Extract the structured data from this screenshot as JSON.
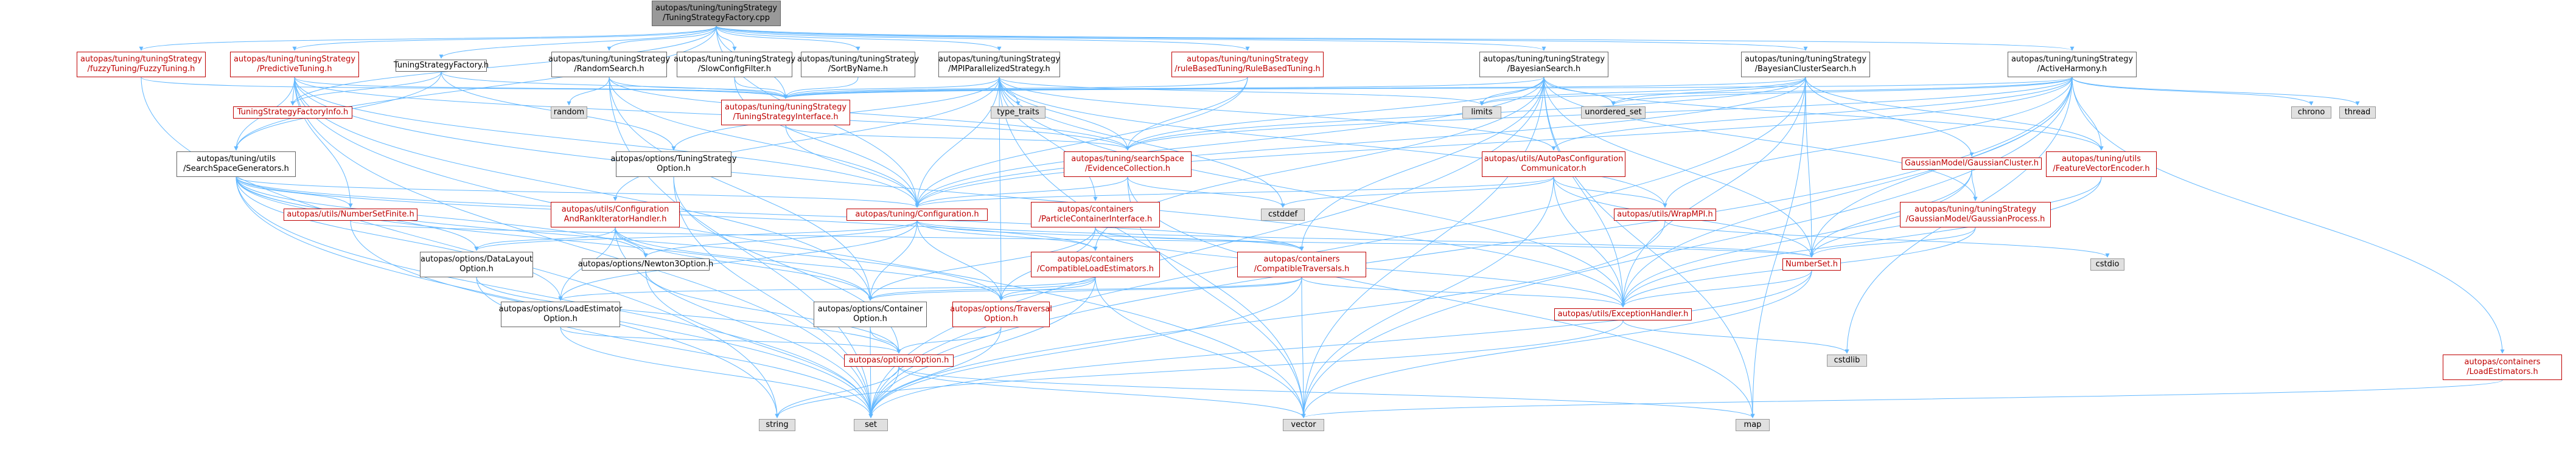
{
  "colors": {
    "edge": "#63b8ff",
    "link": "#bf0000",
    "text": "#000000",
    "border": "#666666",
    "external_fill": "#e0e0e0",
    "root_fill": "#999999"
  },
  "nodes": [
    {
      "id": "root",
      "lines": [
        "autopas/tuning/tuningStrategy",
        "/TuningStrategyFactory.cpp"
      ],
      "kind": "root"
    },
    {
      "id": "fuzzy",
      "lines": [
        "autopas/tuning/tuningStrategy",
        "/fuzzyTuning/FuzzyTuning.h"
      ],
      "kind": "red"
    },
    {
      "id": "predictive",
      "lines": [
        "autopas/tuning/tuningStrategy",
        "/PredictiveTuning.h"
      ],
      "kind": "red"
    },
    {
      "id": "factoryh",
      "lines": [
        "TuningStrategyFactory.h"
      ],
      "kind": "plain"
    },
    {
      "id": "random",
      "lines": [
        "autopas/tuning/tuningStrategy",
        "/RandomSearch.h"
      ],
      "kind": "plain"
    },
    {
      "id": "slowconfig",
      "lines": [
        "autopas/tuning/tuningStrategy",
        "/SlowConfigFilter.h"
      ],
      "kind": "plain"
    },
    {
      "id": "sortbyname",
      "lines": [
        "autopas/tuning/tuningStrategy",
        "/SortByName.h"
      ],
      "kind": "plain"
    },
    {
      "id": "mpi",
      "lines": [
        "autopas/tuning/tuningStrategy",
        "/MPIParallelizedStrategy.h"
      ],
      "kind": "plain"
    },
    {
      "id": "rulebased",
      "lines": [
        "autopas/tuning/tuningStrategy",
        "/ruleBasedTuning/RuleBasedTuning.h"
      ],
      "kind": "red"
    },
    {
      "id": "bayes",
      "lines": [
        "autopas/tuning/tuningStrategy",
        "/BayesianSearch.h"
      ],
      "kind": "plain"
    },
    {
      "id": "bayescluster",
      "lines": [
        "autopas/tuning/tuningStrategy",
        "/BayesianClusterSearch.h"
      ],
      "kind": "plain"
    },
    {
      "id": "active",
      "lines": [
        "autopas/tuning/tuningStrategy",
        "/ActiveHarmony.h"
      ],
      "kind": "plain"
    },
    {
      "id": "factoryinfo",
      "lines": [
        "TuningStrategyFactoryInfo.h"
      ],
      "kind": "red"
    },
    {
      "id": "randomext",
      "lines": [
        "random"
      ],
      "kind": "ext"
    },
    {
      "id": "tsi",
      "lines": [
        "autopas/tuning/tuningStrategy",
        "/TuningStrategyInterface.h"
      ],
      "kind": "red"
    },
    {
      "id": "typetraits",
      "lines": [
        "type_traits"
      ],
      "kind": "ext"
    },
    {
      "id": "limits",
      "lines": [
        "limits"
      ],
      "kind": "ext"
    },
    {
      "id": "unorderedset",
      "lines": [
        "unordered_set"
      ],
      "kind": "ext"
    },
    {
      "id": "chrono",
      "lines": [
        "chrono"
      ],
      "kind": "ext"
    },
    {
      "id": "thread",
      "lines": [
        "thread"
      ],
      "kind": "ext"
    },
    {
      "id": "ssg",
      "lines": [
        "autopas/tuning/utils",
        "/SearchSpaceGenerators.h"
      ],
      "kind": "plain"
    },
    {
      "id": "tsoption",
      "lines": [
        "autopas/options/TuningStrategy",
        "Option.h"
      ],
      "kind": "plain"
    },
    {
      "id": "evidence",
      "lines": [
        "autopas/tuning/searchSpace",
        "/EvidenceCollection.h"
      ],
      "kind": "red"
    },
    {
      "id": "autopasconfcomm",
      "lines": [
        "autopas/utils/AutoPasConfiguration",
        "Communicator.h"
      ],
      "kind": "red"
    },
    {
      "id": "gmcluster",
      "lines": [
        "GaussianModel/GaussianCluster.h"
      ],
      "kind": "red"
    },
    {
      "id": "featurevec",
      "lines": [
        "autopas/tuning/utils",
        "/FeatureVectorEncoder.h"
      ],
      "kind": "red"
    },
    {
      "id": "numbersetfinite",
      "lines": [
        "autopas/utils/NumberSetFinite.h"
      ],
      "kind": "red"
    },
    {
      "id": "configrank",
      "lines": [
        "autopas/utils/Configuration",
        "AndRankIteratorHandler.h"
      ],
      "kind": "red"
    },
    {
      "id": "configuration",
      "lines": [
        "autopas/tuning/Configuration.h"
      ],
      "kind": "red"
    },
    {
      "id": "cstddef",
      "lines": [
        "cstddef"
      ],
      "kind": "ext"
    },
    {
      "id": "pcinterface",
      "lines": [
        "autopas/containers",
        "/ParticleContainerInterface.h"
      ],
      "kind": "red"
    },
    {
      "id": "wrapmpi",
      "lines": [
        "autopas/utils/WrapMPI.h"
      ],
      "kind": "red"
    },
    {
      "id": "gmprocess",
      "lines": [
        "autopas/tuning/tuningStrategy",
        "/GaussianModel/GaussianProcess.h"
      ],
      "kind": "red"
    },
    {
      "id": "datalayout",
      "lines": [
        "autopas/options/DataLayout",
        "Option.h"
      ],
      "kind": "plain"
    },
    {
      "id": "newton3",
      "lines": [
        "autopas/options/Newton3Option.h"
      ],
      "kind": "plain"
    },
    {
      "id": "compload",
      "lines": [
        "autopas/containers",
        "/CompatibleLoadEstimators.h"
      ],
      "kind": "red"
    },
    {
      "id": "comptrav",
      "lines": [
        "autopas/containers",
        "/CompatibleTraversals.h"
      ],
      "kind": "red"
    },
    {
      "id": "numberset",
      "lines": [
        "NumberSet.h"
      ],
      "kind": "red"
    },
    {
      "id": "cstdio",
      "lines": [
        "cstdio"
      ],
      "kind": "ext"
    },
    {
      "id": "loadestopt",
      "lines": [
        "autopas/options/LoadEstimator",
        "Option.h"
      ],
      "kind": "plain"
    },
    {
      "id": "containeropt",
      "lines": [
        "autopas/options/Container",
        "Option.h"
      ],
      "kind": "plain"
    },
    {
      "id": "traversalopt",
      "lines": [
        "autopas/options/Traversal",
        "Option.h"
      ],
      "kind": "red"
    },
    {
      "id": "exception",
      "lines": [
        "autopas/utils/ExceptionHandler.h"
      ],
      "kind": "red"
    },
    {
      "id": "cstdlib",
      "lines": [
        "cstdlib"
      ],
      "kind": "ext"
    },
    {
      "id": "loadestimators",
      "lines": [
        "autopas/containers",
        "/LoadEstimators.h"
      ],
      "kind": "red"
    },
    {
      "id": "option",
      "lines": [
        "autopas/options/Option.h"
      ],
      "kind": "red"
    },
    {
      "id": "string",
      "lines": [
        "string"
      ],
      "kind": "ext"
    },
    {
      "id": "set",
      "lines": [
        "set"
      ],
      "kind": "ext"
    },
    {
      "id": "vector",
      "lines": [
        "vector"
      ],
      "kind": "ext"
    },
    {
      "id": "map",
      "lines": [
        "map"
      ],
      "kind": "ext"
    }
  ],
  "edges": [
    [
      "root",
      "fuzzy"
    ],
    [
      "root",
      "predictive"
    ],
    [
      "root",
      "factoryh"
    ],
    [
      "root",
      "random"
    ],
    [
      "root",
      "slowconfig"
    ],
    [
      "root",
      "sortbyname"
    ],
    [
      "root",
      "mpi"
    ],
    [
      "root",
      "rulebased"
    ],
    [
      "root",
      "bayes"
    ],
    [
      "root",
      "bayescluster"
    ],
    [
      "root",
      "active"
    ],
    [
      "root",
      "factoryinfo"
    ],
    [
      "root",
      "ssg"
    ],
    [
      "root",
      "tsi"
    ],
    [
      "root",
      "configuration"
    ],
    [
      "fuzzy",
      "tsi"
    ],
    [
      "fuzzy",
      "string"
    ],
    [
      "predictive",
      "tsi"
    ],
    [
      "predictive",
      "factoryinfo"
    ],
    [
      "predictive",
      "ssg"
    ],
    [
      "predictive",
      "evidence"
    ],
    [
      "predictive",
      "numbersetfinite"
    ],
    [
      "predictive",
      "configuration"
    ],
    [
      "predictive",
      "set"
    ],
    [
      "predictive",
      "vector"
    ],
    [
      "predictive",
      "exception"
    ],
    [
      "predictive",
      "containeropt"
    ],
    [
      "factoryh",
      "tsi"
    ],
    [
      "factoryh",
      "factoryinfo"
    ],
    [
      "factoryh",
      "tsoption"
    ],
    [
      "factoryh",
      "ssg"
    ],
    [
      "random",
      "randomext"
    ],
    [
      "random",
      "tsi"
    ],
    [
      "random",
      "evidence"
    ],
    [
      "random",
      "configuration"
    ],
    [
      "random",
      "set"
    ],
    [
      "random",
      "containeropt"
    ],
    [
      "slowconfig",
      "tsi"
    ],
    [
      "slowconfig",
      "configuration"
    ],
    [
      "sortbyname",
      "tsi"
    ],
    [
      "mpi",
      "tsi"
    ],
    [
      "mpi",
      "typetraits"
    ],
    [
      "mpi",
      "limits"
    ],
    [
      "mpi",
      "tsoption"
    ],
    [
      "mpi",
      "evidence"
    ],
    [
      "mpi",
      "configuration"
    ],
    [
      "mpi",
      "configrank"
    ],
    [
      "mpi",
      "autopasconfcomm"
    ],
    [
      "mpi",
      "wrapmpi"
    ],
    [
      "mpi",
      "pcinterface"
    ],
    [
      "mpi",
      "cstddef"
    ],
    [
      "mpi",
      "exception"
    ],
    [
      "mpi",
      "vector"
    ],
    [
      "mpi",
      "traversalopt"
    ],
    [
      "rulebased",
      "tsi"
    ],
    [
      "rulebased",
      "evidence"
    ],
    [
      "rulebased",
      "configuration"
    ],
    [
      "bayes",
      "tsi"
    ],
    [
      "bayes",
      "limits"
    ],
    [
      "bayes",
      "unorderedset"
    ],
    [
      "bayes",
      "evidence"
    ],
    [
      "bayes",
      "featurevec"
    ],
    [
      "bayes",
      "gmprocess"
    ],
    [
      "bayes",
      "numberset"
    ],
    [
      "bayes",
      "exception"
    ],
    [
      "bayes",
      "configuration"
    ],
    [
      "bayes",
      "compload"
    ],
    [
      "bayes",
      "comptrav"
    ],
    [
      "bayes",
      "set"
    ],
    [
      "bayes",
      "vector"
    ],
    [
      "bayes",
      "map"
    ],
    [
      "bayescluster",
      "tsi"
    ],
    [
      "bayescluster",
      "limits"
    ],
    [
      "bayescluster",
      "unorderedset"
    ],
    [
      "bayescluster",
      "evidence"
    ],
    [
      "bayescluster",
      "gmcluster"
    ],
    [
      "bayescluster",
      "featurevec"
    ],
    [
      "bayescluster",
      "numberset"
    ],
    [
      "bayescluster",
      "exception"
    ],
    [
      "bayescluster",
      "configuration"
    ],
    [
      "bayescluster",
      "set"
    ],
    [
      "bayescluster",
      "map"
    ],
    [
      "active",
      "tsi"
    ],
    [
      "active",
      "chrono"
    ],
    [
      "active",
      "thread"
    ],
    [
      "active",
      "limits"
    ],
    [
      "active",
      "unorderedset"
    ],
    [
      "active",
      "evidence"
    ],
    [
      "active",
      "autopasconfcomm"
    ],
    [
      "active",
      "wrapmpi"
    ],
    [
      "active",
      "featurevec"
    ],
    [
      "active",
      "configuration"
    ],
    [
      "active",
      "loadestimators"
    ],
    [
      "active",
      "cstdlib"
    ],
    [
      "active",
      "set"
    ],
    [
      "active",
      "vector"
    ],
    [
      "active",
      "numberset"
    ],
    [
      "active",
      "exception"
    ],
    [
      "tsi",
      "evidence"
    ],
    [
      "tsi",
      "configuration"
    ],
    [
      "ssg",
      "numbersetfinite"
    ],
    [
      "ssg",
      "configuration"
    ],
    [
      "ssg",
      "compload"
    ],
    [
      "ssg",
      "comptrav"
    ],
    [
      "ssg",
      "datalayout"
    ],
    [
      "ssg",
      "newton3"
    ],
    [
      "ssg",
      "loadestopt"
    ],
    [
      "ssg",
      "containeropt"
    ],
    [
      "ssg",
      "traversalopt"
    ],
    [
      "ssg",
      "set"
    ],
    [
      "ssg",
      "string"
    ],
    [
      "tsoption",
      "option"
    ],
    [
      "tsoption",
      "set"
    ],
    [
      "evidence",
      "configuration"
    ],
    [
      "evidence",
      "cstddef"
    ],
    [
      "evidence",
      "vector"
    ],
    [
      "evidence",
      "map"
    ],
    [
      "autopasconfcomm",
      "configuration"
    ],
    [
      "autopasconfcomm",
      "wrapmpi"
    ],
    [
      "autopasconfcomm",
      "numberset"
    ],
    [
      "autopasconfcomm",
      "exception"
    ],
    [
      "autopasconfcomm",
      "vector"
    ],
    [
      "autopasconfcomm",
      "cstddef"
    ],
    [
      "gmcluster",
      "gmprocess"
    ],
    [
      "gmcluster",
      "numberset"
    ],
    [
      "gmcluster",
      "exception"
    ],
    [
      "featurevec",
      "numberset"
    ],
    [
      "featurevec",
      "exception"
    ],
    [
      "numbersetfinite",
      "numberset"
    ],
    [
      "numbersetfinite",
      "set"
    ],
    [
      "configrank",
      "datalayout"
    ],
    [
      "configrank",
      "newton3"
    ],
    [
      "configrank",
      "loadestopt"
    ],
    [
      "configrank",
      "containeropt"
    ],
    [
      "configrank",
      "traversalopt"
    ],
    [
      "configrank",
      "set"
    ],
    [
      "configuration",
      "datalayout"
    ],
    [
      "configuration",
      "newton3"
    ],
    [
      "configuration",
      "compload"
    ],
    [
      "configuration",
      "comptrav"
    ],
    [
      "configuration",
      "containeropt"
    ],
    [
      "configuration",
      "traversalopt"
    ],
    [
      "configuration",
      "loadestopt"
    ],
    [
      "configuration",
      "numberset"
    ],
    [
      "pcinterface",
      "comptrav"
    ],
    [
      "pcinterface",
      "containeropt"
    ],
    [
      "pcinterface",
      "traversalopt"
    ],
    [
      "pcinterface",
      "exception"
    ],
    [
      "wrapmpi",
      "cstdio"
    ],
    [
      "wrapmpi",
      "set"
    ],
    [
      "gmprocess",
      "numberset"
    ],
    [
      "gmprocess",
      "exception"
    ],
    [
      "datalayout",
      "option"
    ],
    [
      "datalayout",
      "set"
    ],
    [
      "newton3",
      "option"
    ],
    [
      "newton3",
      "set"
    ],
    [
      "compload",
      "loadestopt"
    ],
    [
      "compload",
      "containeropt"
    ],
    [
      "compload",
      "traversalopt"
    ],
    [
      "compload",
      "set"
    ],
    [
      "compload",
      "vector"
    ],
    [
      "comptrav",
      "containeropt"
    ],
    [
      "comptrav",
      "traversalopt"
    ],
    [
      "comptrav",
      "exception"
    ],
    [
      "comptrav",
      "set"
    ],
    [
      "comptrav",
      "vector"
    ],
    [
      "numberset",
      "exception"
    ],
    [
      "numberset",
      "set"
    ],
    [
      "numberset",
      "vector"
    ],
    [
      "loadestopt",
      "option"
    ],
    [
      "loadestopt",
      "set"
    ],
    [
      "containeropt",
      "option"
    ],
    [
      "containeropt",
      "set"
    ],
    [
      "traversalopt",
      "option"
    ],
    [
      "traversalopt",
      "set"
    ],
    [
      "exception",
      "cstdlib"
    ],
    [
      "exception",
      "string"
    ],
    [
      "loadestimators",
      "vector"
    ],
    [
      "option",
      "string"
    ],
    [
      "option",
      "set"
    ],
    [
      "option",
      "vector"
    ],
    [
      "option",
      "map"
    ]
  ]
}
